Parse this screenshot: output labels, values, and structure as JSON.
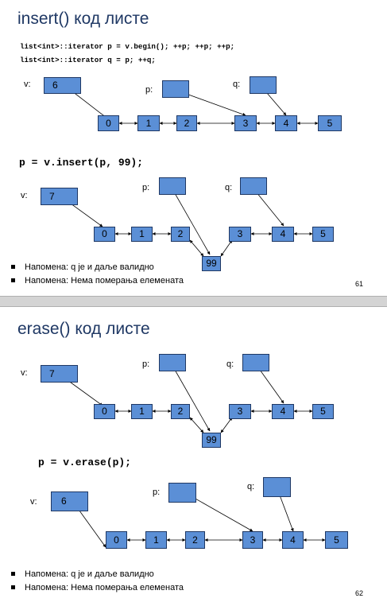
{
  "slide1": {
    "title": "insert() код листе",
    "code_line1": "list<int>::iterator p = v.begin(); ++p; ++p; ++p;",
    "code_line2": "list<int>::iterator q = p; ++q;",
    "operation": "p = v.insert(p, 99);",
    "before": {
      "v_label": "v:",
      "v_value": "6",
      "p_label": "p:",
      "q_label": "q:",
      "nodes": [
        "0",
        "1",
        "2",
        "3",
        "4",
        "5"
      ]
    },
    "after": {
      "v_label": "v:",
      "v_value": "7",
      "p_label": "p:",
      "q_label": "q:",
      "nodes": [
        "0",
        "1",
        "2",
        "3",
        "4",
        "5"
      ],
      "new_node": "99"
    },
    "bullets": [
      "Напомена: q је и даље валидно",
      "Напомена: Нема померања елемената"
    ],
    "page_number": "61"
  },
  "slide2": {
    "title": "erase() код листе",
    "before": {
      "v_label": "v:",
      "v_value": "7",
      "p_label": "p:",
      "q_label": "q:",
      "nodes": [
        "0",
        "1",
        "2",
        "3",
        "4",
        "5"
      ],
      "new_node": "99"
    },
    "operation": "p = v.erase(p);",
    "after": {
      "v_label": "v:",
      "v_value": "6",
      "p_label": "p:",
      "q_label": "q:",
      "nodes": [
        "0",
        "1",
        "2",
        "3",
        "4",
        "5"
      ]
    },
    "bullets": [
      "Напомена: q је и даље валидно",
      "Напомена: Нема померања елемената"
    ],
    "page_number": "62"
  },
  "colors": {
    "node_fill": "#5b8fd6",
    "node_border": "#1f3864",
    "title": "#1f3864"
  }
}
